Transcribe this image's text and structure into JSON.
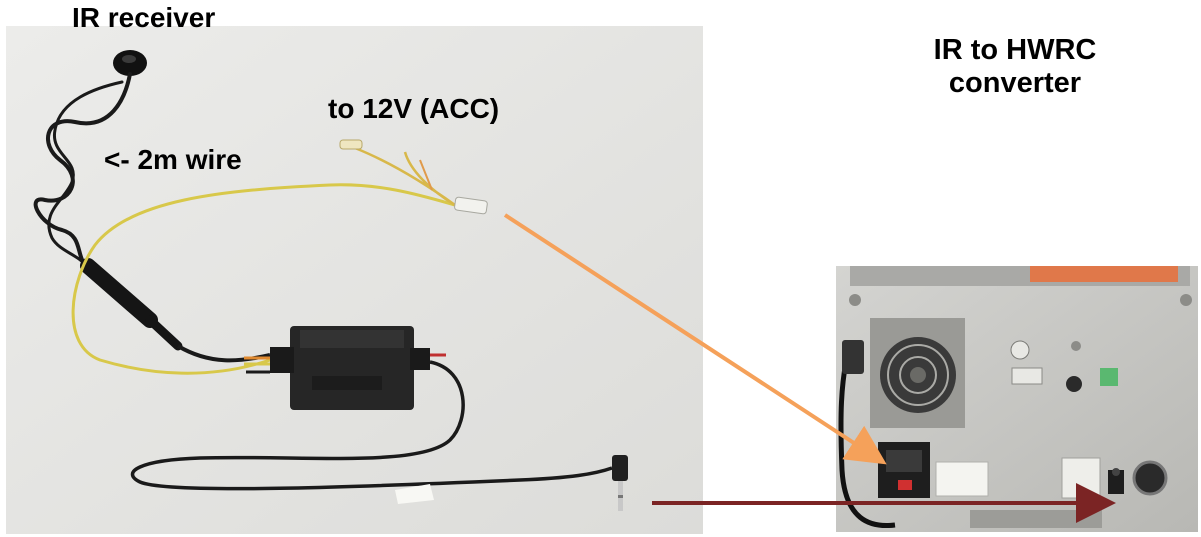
{
  "labels": {
    "ir_receiver": "IR receiver",
    "wire_length": "<- 2m wire",
    "power_connection": "to 12V (ACC)",
    "title_line1": "IR to HWRC",
    "title_line2": "converter"
  },
  "colors": {
    "power_arrow": "#f5a15a",
    "signal_arrow": "#7b2424",
    "yellow_wire": "#d8c84a",
    "black_cable": "#1a1a1a",
    "photo_background": "#e4e4e2",
    "head_unit_metal": "#c9c9c6",
    "warning_sticker": "#e0784a"
  },
  "icons": {
    "ir_sensor": "ir-receiver-sensor",
    "converter_box": "converter-box",
    "audio_plug": "3.5mm-plug",
    "head_unit": "car-head-unit-rear"
  }
}
